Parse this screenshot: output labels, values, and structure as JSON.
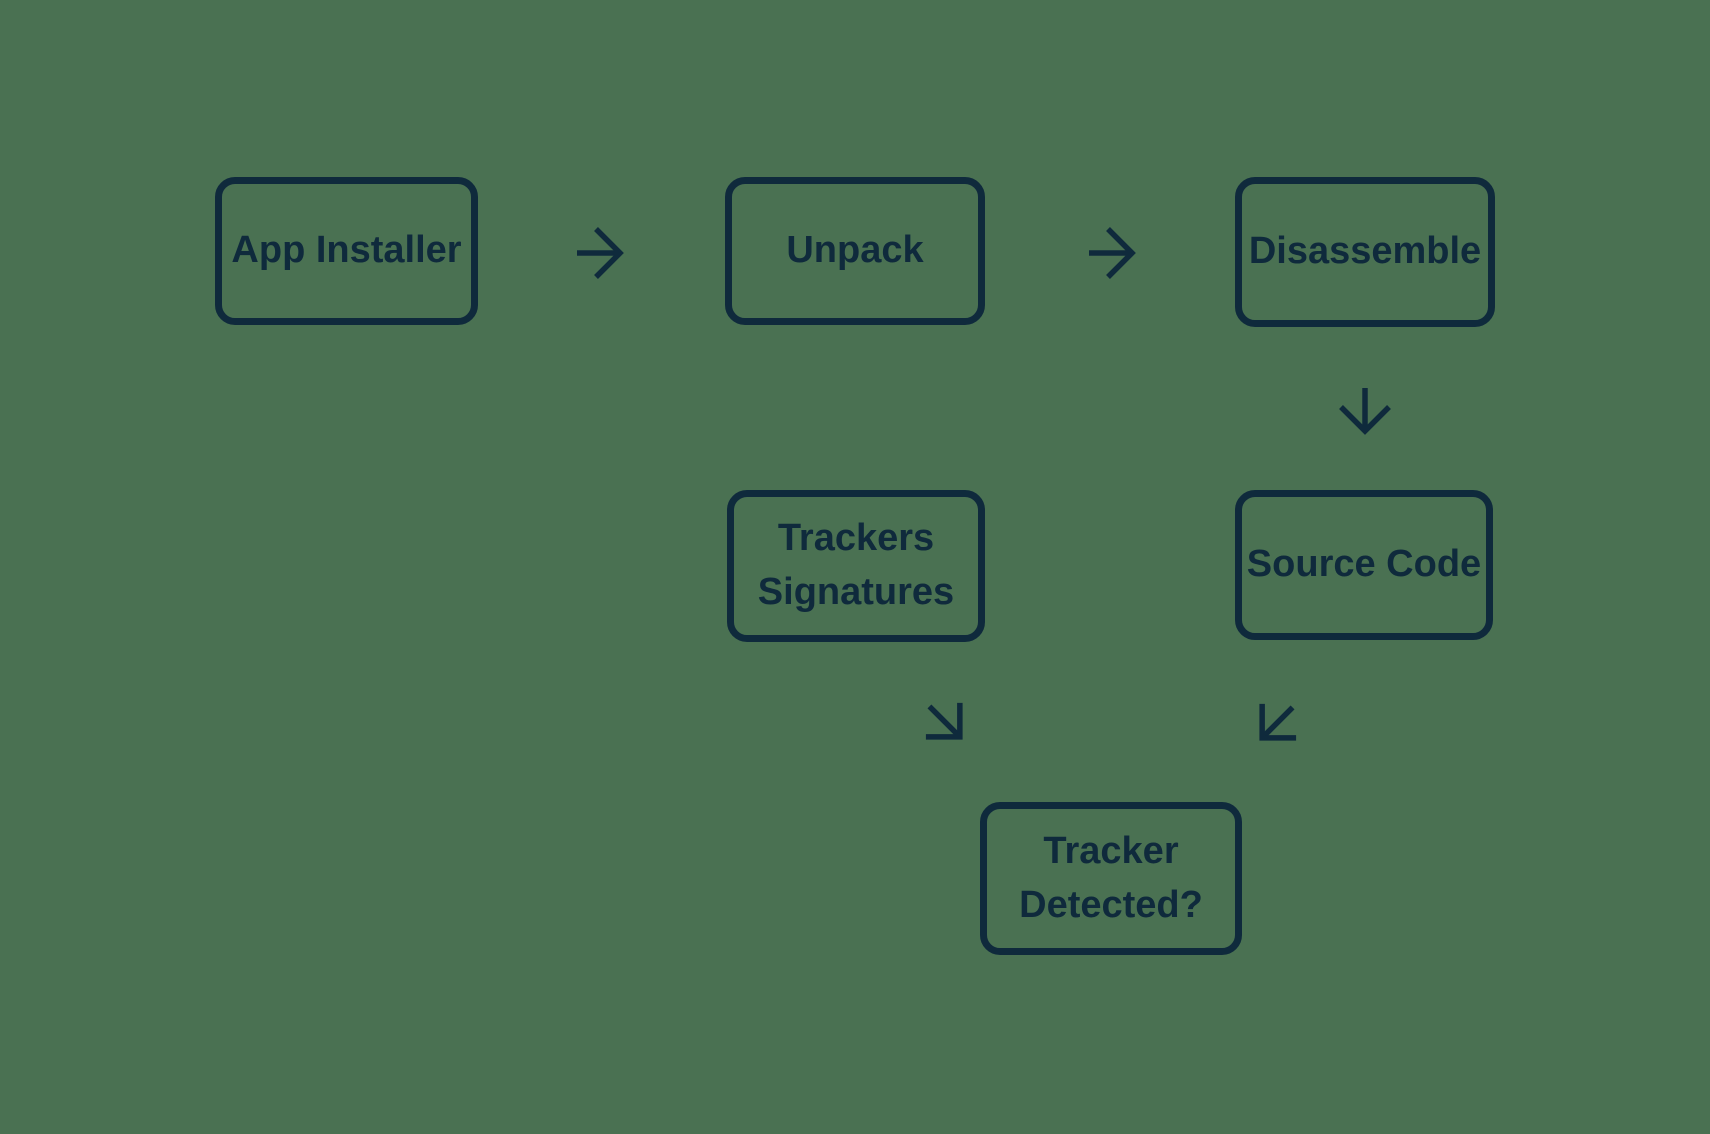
{
  "theme": {
    "background": "#4A7152",
    "ink": "#0F2A3C"
  },
  "diagram": {
    "type": "flowchart",
    "nodes": [
      {
        "id": "app-installer",
        "label": "App Installer"
      },
      {
        "id": "unpack",
        "label": "Unpack"
      },
      {
        "id": "disassemble",
        "label": "Disassemble"
      },
      {
        "id": "trackers-signatures",
        "label": "Trackers Signatures"
      },
      {
        "id": "source-code",
        "label": "Source Code"
      },
      {
        "id": "tracker-detected",
        "label": "Tracker Detected?"
      }
    ],
    "edges": [
      {
        "from": "App Installer",
        "to": "Unpack",
        "direction": "right"
      },
      {
        "from": "Unpack",
        "to": "Disassemble",
        "direction": "right"
      },
      {
        "from": "Disassemble",
        "to": "Source Code",
        "direction": "down"
      },
      {
        "from": "Trackers Signatures",
        "to": "Tracker Detected?",
        "direction": "down-right"
      },
      {
        "from": "Source Code",
        "to": "Tracker Detected?",
        "direction": "down-left"
      }
    ]
  }
}
